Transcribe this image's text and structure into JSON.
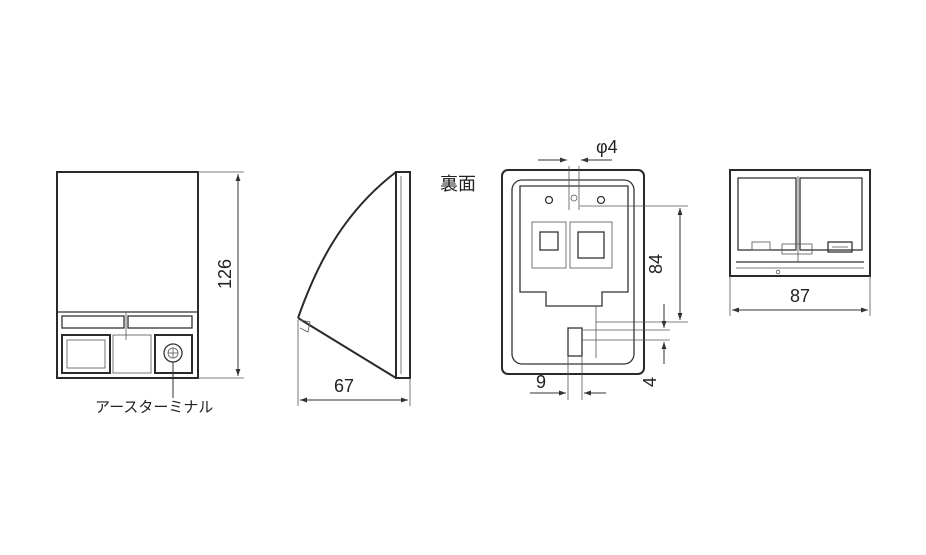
{
  "views": {
    "front": {
      "height_label": "126",
      "terminal_label": "アースターミナル"
    },
    "side": {
      "depth_label": "67"
    },
    "back": {
      "title": "裏面",
      "hole_label": "φ4",
      "hole_spacing_label": "84",
      "offset_x_label": "9",
      "offset_y_label": "4"
    },
    "bottom": {
      "width_label": "87"
    }
  }
}
